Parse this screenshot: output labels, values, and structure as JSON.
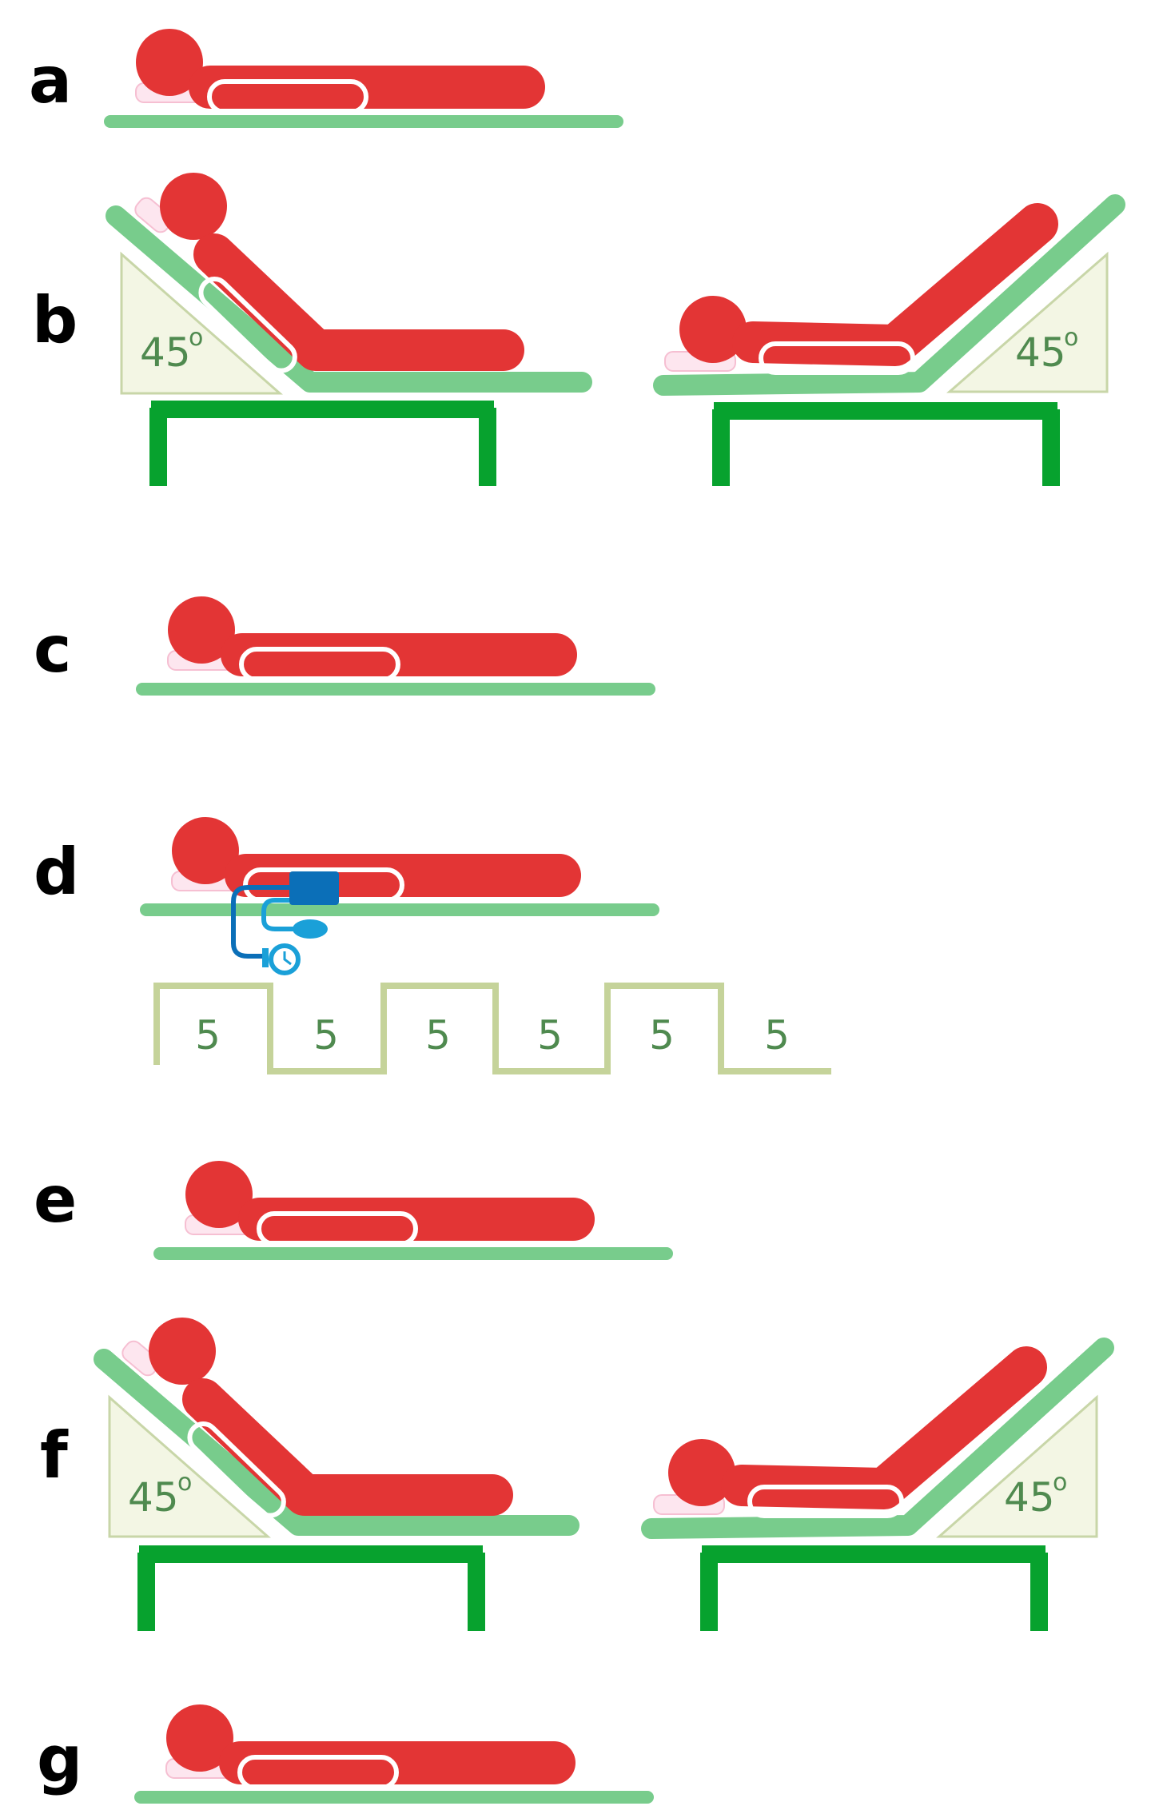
{
  "panels": [
    {
      "label": "a"
    },
    {
      "label": "b",
      "angle": "45",
      "angle_unit": "o"
    },
    {
      "label": "c"
    },
    {
      "label": "d"
    },
    {
      "label": "e"
    },
    {
      "label": "f",
      "angle": "45",
      "angle_unit": "o"
    },
    {
      "label": "g"
    }
  ],
  "cycle_steps": [
    "5",
    "5",
    "5",
    "5",
    "5",
    "5"
  ],
  "colors": {
    "body": "#e33535",
    "mattress": "#78cc8c",
    "bed_frame": "#07a22e",
    "pillow": "#fde6ef",
    "wedge": "#f3f6e4",
    "wedge_edge": "#c8d6a8",
    "angle_text": "#4f8a4f",
    "step_line": "#c5d39a",
    "cuff": "#0b6fb8",
    "tube": "#1aa0d8"
  },
  "icons": [
    "blood-pressure-cuff-icon",
    "sphygmomanometer-gauge-icon",
    "inflation-bulb-icon"
  ]
}
